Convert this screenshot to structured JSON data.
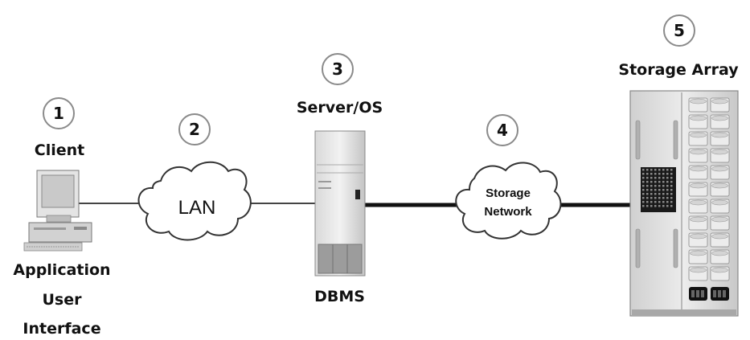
{
  "nodes": [
    {
      "id": "client",
      "number": "1",
      "title": "Client",
      "sublabel": [
        "Application",
        "User",
        "Interface"
      ]
    },
    {
      "id": "lan",
      "number": "2",
      "cloud_label": "LAN"
    },
    {
      "id": "server",
      "number": "3",
      "title": "Server/OS",
      "sublabel": [
        "DBMS"
      ]
    },
    {
      "id": "storage-network",
      "number": "4",
      "cloud_label": [
        "Storage",
        "Network"
      ]
    },
    {
      "id": "storage-array",
      "number": "5",
      "title": "Storage Array"
    }
  ],
  "links": [
    {
      "from": "client",
      "to": "lan",
      "style": "thin"
    },
    {
      "from": "lan",
      "to": "server",
      "style": "thin"
    },
    {
      "from": "server",
      "to": "storage-network",
      "style": "thick"
    },
    {
      "from": "storage-network",
      "to": "storage-array",
      "style": "thick"
    }
  ]
}
